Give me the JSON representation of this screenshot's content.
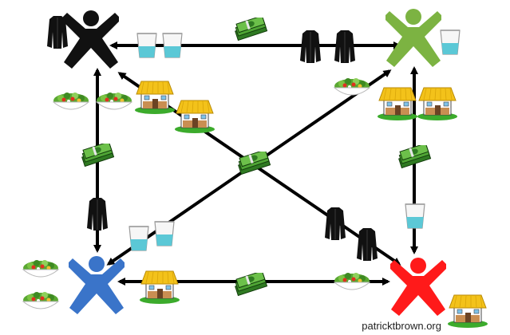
{
  "credit": "patricktbrown.org",
  "agents": [
    {
      "id": "black",
      "color": "#111111"
    },
    {
      "id": "green",
      "color": "#7cb342"
    },
    {
      "id": "blue",
      "color": "#3a74c9"
    },
    {
      "id": "red",
      "color": "#ff1a1a"
    }
  ],
  "goods": {
    "jacket": {
      "icon": "jacket-icon",
      "color": "#111111"
    },
    "water": {
      "icon": "water-glass-icon",
      "color": "#5bc8d6"
    },
    "money": {
      "icon": "money-stack-icon",
      "color": "#3f8f2a"
    },
    "salad": {
      "icon": "salad-bowl-icon",
      "color": "#5aa832"
    },
    "house": {
      "icon": "house-icon",
      "color": "#f3c21a"
    }
  }
}
